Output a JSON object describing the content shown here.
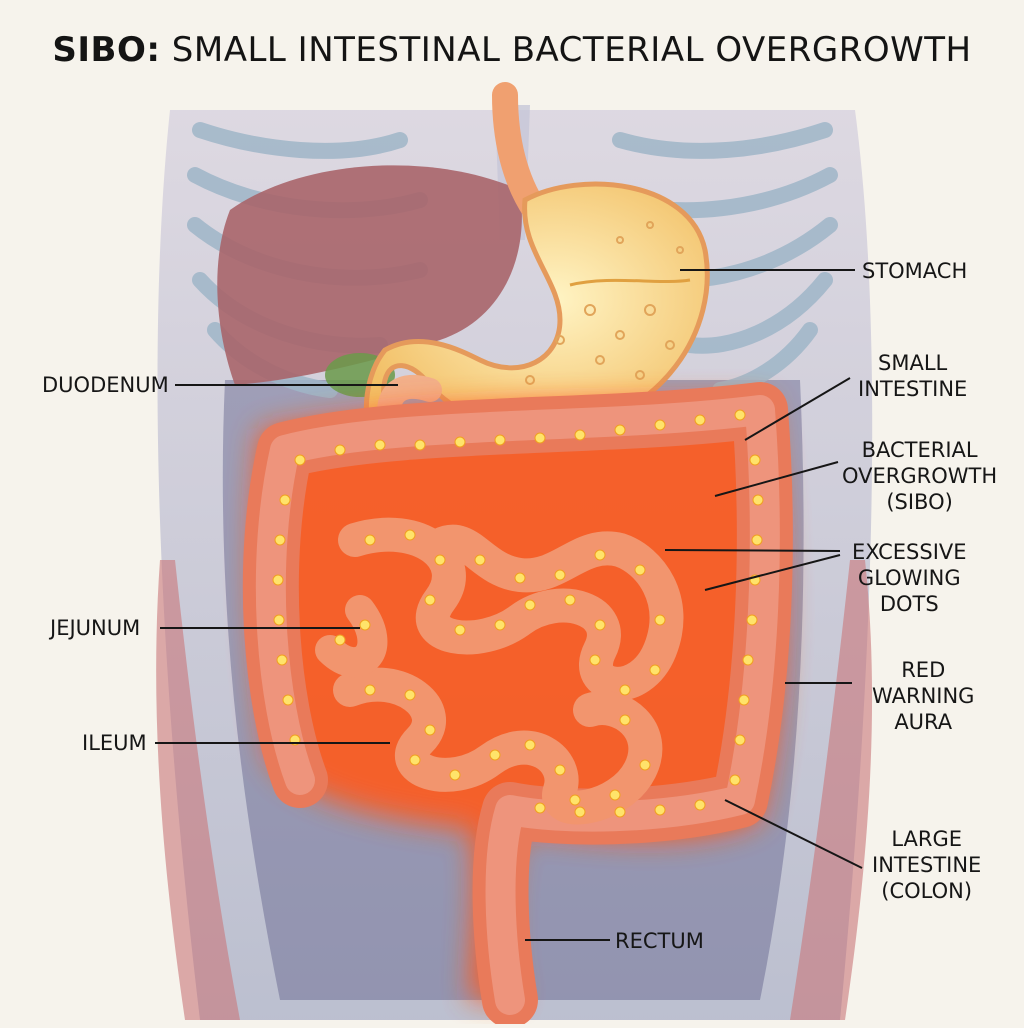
{
  "title": {
    "bold": "SIBO:",
    "rest": "SMALL INTESTINAL BACTERIAL OVERGROWTH"
  },
  "labels": {
    "stomach": "STOMACH",
    "small_intestine": "SMALL\nINTESTINE",
    "bacterial_overgrowth": "BACTERIAL\nOVERGROWTH\n(SIBO)",
    "excessive_dots": "EXCESSIVE\nGLOWING\nDOTS",
    "red_aura": "RED\nWARNING\nAURA",
    "large_intestine": "LARGE\nINTESTINE\n(COLON)",
    "rectum": "RECTUM",
    "duodenum": "DUODENUM",
    "jejunum": "JEJUNUM",
    "ileum": "ILEUM"
  },
  "colors": {
    "background": "#f6f3ec",
    "aura": "#ff5a1f",
    "intestine": "#e8866a",
    "bacteria": "#ffe36a",
    "stomach": "#f7d98a",
    "ribs": "#9fb6c8",
    "liver": "#a8656a",
    "leader_line": "#161616"
  }
}
